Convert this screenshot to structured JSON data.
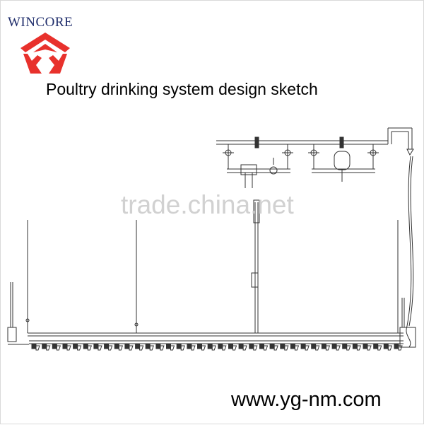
{
  "brand": {
    "name": "WINCORE",
    "logo_icon": "hands-roof-logo-icon",
    "logo_color": "#e8312c",
    "text_color": "#1f2d6b"
  },
  "title": "Poultry drinking system design sketch",
  "watermark": "trade.china.net",
  "website": "www.yg-nm.com",
  "diagram": {
    "line_color": "#333333",
    "nipple_count": 36
  }
}
